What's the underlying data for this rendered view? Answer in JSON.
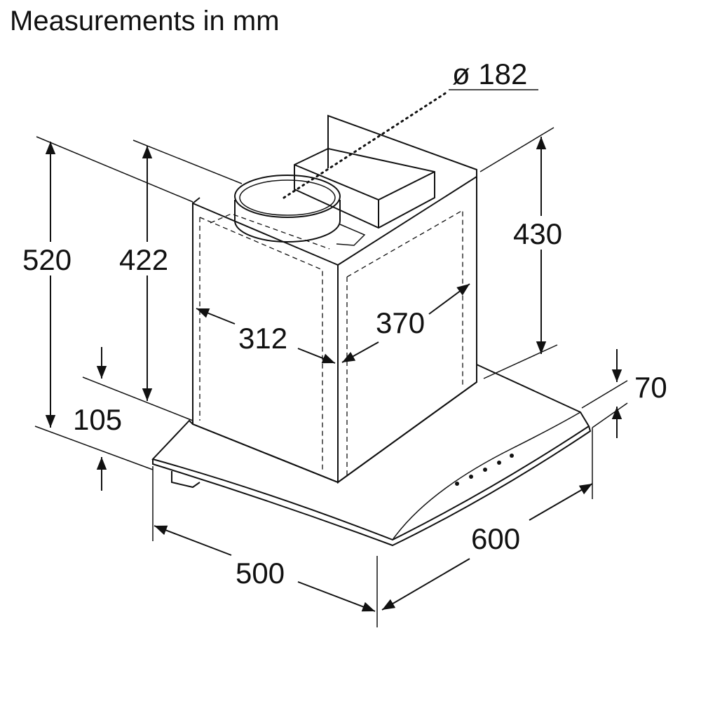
{
  "title": "Measurements in mm",
  "dimensions": {
    "duct_diameter": "ø 182",
    "total_height": "520",
    "chimney_height": "422",
    "rear_height": "430",
    "chimney_width": "312",
    "chimney_depth": "370",
    "canopy_front_offset": "105",
    "canopy_thickness": "70",
    "depth": "500",
    "width": "600"
  }
}
